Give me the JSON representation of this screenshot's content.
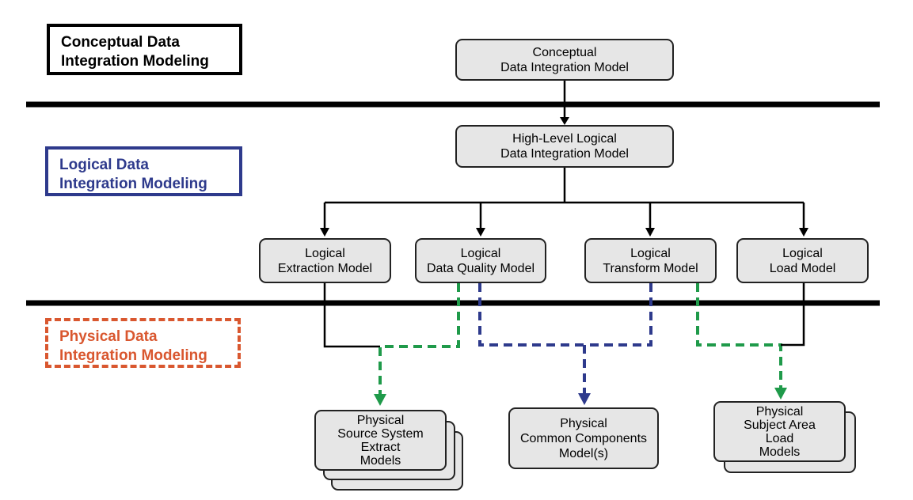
{
  "layers": {
    "conceptual": [
      "Conceptual Data",
      "Integration Modeling"
    ],
    "logical": [
      "Logical Data",
      "Integration Modeling"
    ],
    "physical": [
      "Physical Data",
      "Integration Modeling"
    ]
  },
  "nodes": {
    "conceptual_model": [
      "Conceptual",
      "Data Integration Model"
    ],
    "high_level_logical_model": [
      "High-Level Logical",
      "Data Integration Model"
    ],
    "logical_extraction_model": [
      "Logical",
      "Extraction Model"
    ],
    "logical_data_quality_model": [
      "Logical",
      "Data Quality Model"
    ],
    "logical_transform_model": [
      "Logical",
      "Transform Model"
    ],
    "logical_load_model": [
      "Logical",
      "Load Model"
    ],
    "physical_source_extract": [
      "Physical",
      "Source System",
      "Extract",
      "Models"
    ],
    "physical_common_components": [
      "Physical",
      "Common Components",
      "Model(s)"
    ],
    "physical_subject_area_load": [
      "Physical",
      "Subject Area",
      "Load",
      "Models"
    ]
  },
  "colors": {
    "conceptual_border": "#000000",
    "logical_border": "#2e3a8c",
    "physical_border": "#d9572f",
    "divider": "#000000",
    "dashed_green": "#1f9a4a",
    "dashed_blue": "#2e3a8c",
    "node_fill": "#e6e6e6"
  }
}
